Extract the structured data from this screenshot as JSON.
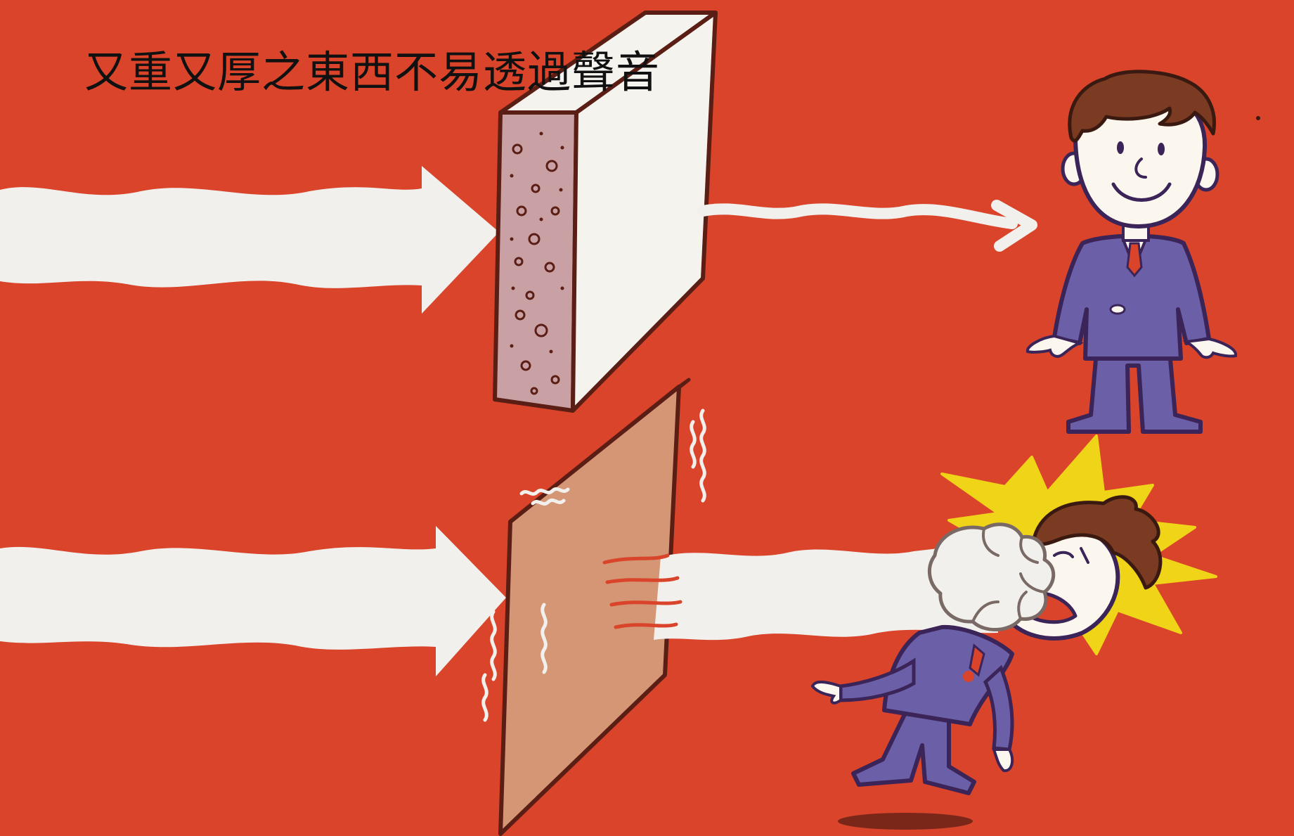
{
  "caption": {
    "text": "又重又厚之東西不易透過聲音"
  },
  "colors": {
    "background": "#d9442a",
    "sound_wave": "#f2f0ec",
    "thick_block_face": "#f5f3ee",
    "thick_block_side": "#c9a0a4",
    "thin_panel": "#d49674",
    "suit": "#6b5fa8",
    "hair": "#7a3b22",
    "skin": "#fbf6ee",
    "impact_star": "#f0d418",
    "outline": "#5a1e14"
  },
  "icons": [
    "sound-wave-strong",
    "sound-wave-weak",
    "thick-heavy-block",
    "thin-light-panel",
    "calm-man",
    "punched-man",
    "fist",
    "impact-star"
  ]
}
